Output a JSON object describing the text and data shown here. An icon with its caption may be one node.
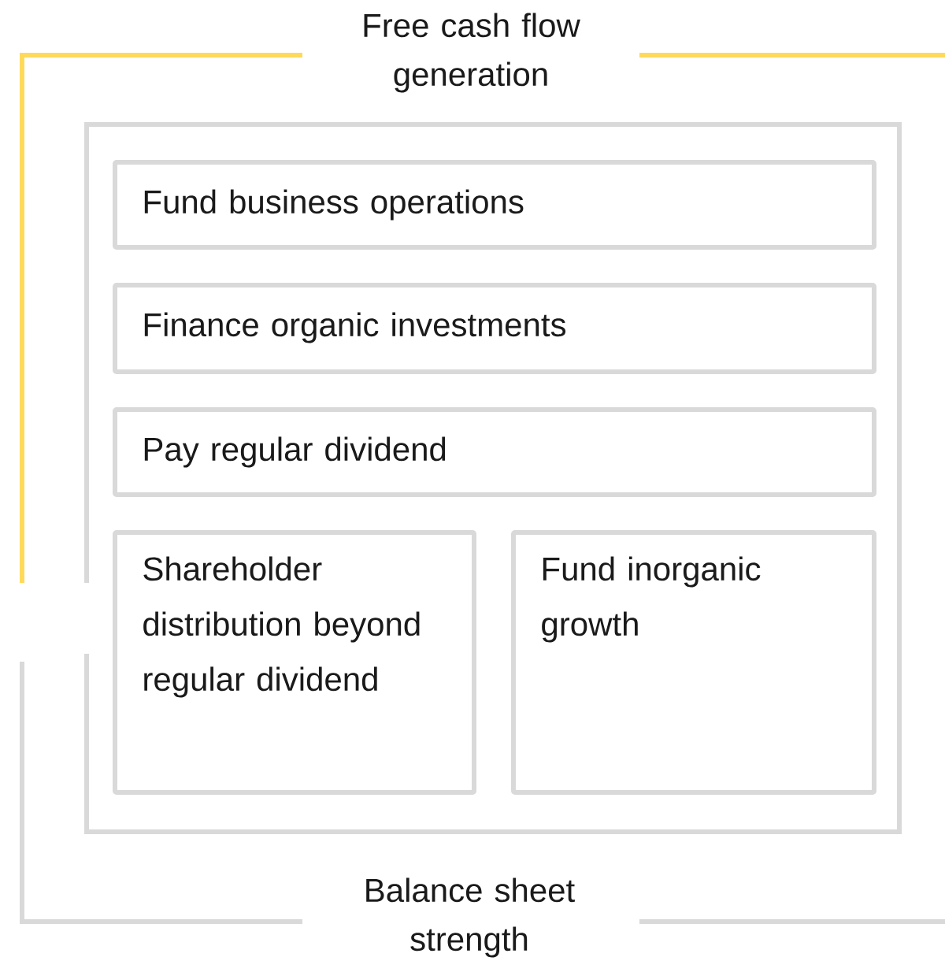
{
  "diagram": {
    "title": "Free cash flow generation",
    "nodes": [
      {
        "text": [],
        "shape": "box"
      },
      {
        "text": [
          "Fund business operations"
        ],
        "in": 0
      },
      {
        "text": [
          "Finance organic investments"
        ],
        "in": 0
      },
      {
        "text": [
          "Pay regular dividend"
        ],
        "in": 0
      },
      {
        "text": [
          "Shareholder distribution beyond regular dividend"
        ],
        "in": 0
      },
      {
        "text": [
          "Fund inorganic growth"
        ],
        "in": 0
      }
    ],
    "labels": [
      "Balance sheet strength"
    ]
  }
}
